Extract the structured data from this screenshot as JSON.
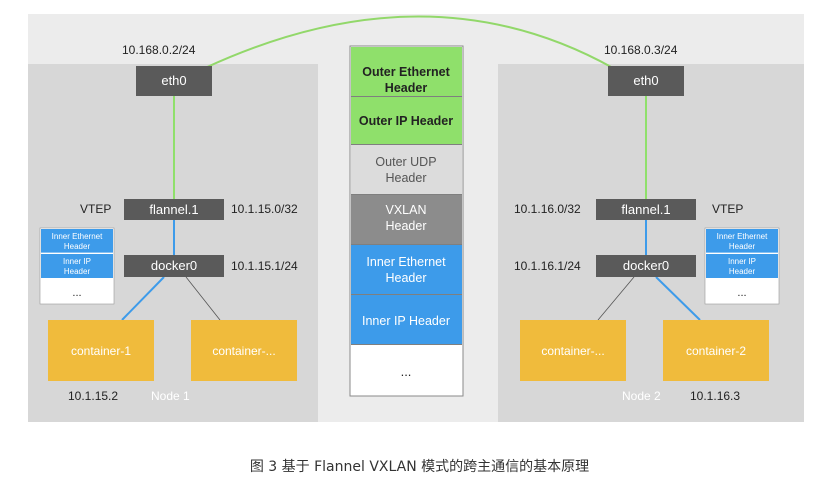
{
  "colors": {
    "outer_bg": "#ececec",
    "node_bg": "#d7d7d7",
    "dark_box": "#5a5a5a",
    "green": "#8fe06b",
    "green_line": "#92d86a",
    "blue": "#3d9bea",
    "yellow": "#f0bb3c",
    "gray_udp": "#dcdcdc",
    "gray_vxlan": "#8c8c8c"
  },
  "left": {
    "ip": "10.168.0.2/24",
    "eth0": "eth0",
    "vtep": "VTEP",
    "flannel": "flannel.1",
    "flannel_ip": "10.1.15.0/32",
    "docker": "docker0",
    "docker_ip": "10.1.15.1/24",
    "stack": [
      "Inner Ethernet",
      "Header",
      "Inner IP",
      "Header",
      "..."
    ],
    "container_1": "container-1",
    "container_2": "container-...",
    "container_ip": "10.1.15.2",
    "node": "Node 1"
  },
  "right": {
    "ip": "10.168.0.3/24",
    "eth0": "eth0",
    "vtep": "VTEP",
    "flannel": "flannel.1",
    "flannel_ip": "10.1.16.0/32",
    "docker": "docker0",
    "docker_ip": "10.1.16.1/24",
    "stack": [
      "Inner Ethernet",
      "Header",
      "Inner IP",
      "Header",
      "..."
    ],
    "container_1": "container-...",
    "container_2": "container-2",
    "container_ip": "10.1.16.3",
    "node": "Node 2"
  },
  "packet": {
    "outer_eth": [
      "Outer Ethernet",
      "Header"
    ],
    "outer_ip": "Outer IP Header",
    "outer_udp": [
      "Outer UDP",
      "Header"
    ],
    "vxlan": [
      "VXLAN",
      "Header"
    ],
    "inner_eth": [
      "Inner Ethernet",
      "Header"
    ],
    "inner_ip": "Inner IP Header",
    "ellipsis": "..."
  },
  "caption": "图 3 基于 Flannel VXLAN 模式的跨主通信的基本原理"
}
